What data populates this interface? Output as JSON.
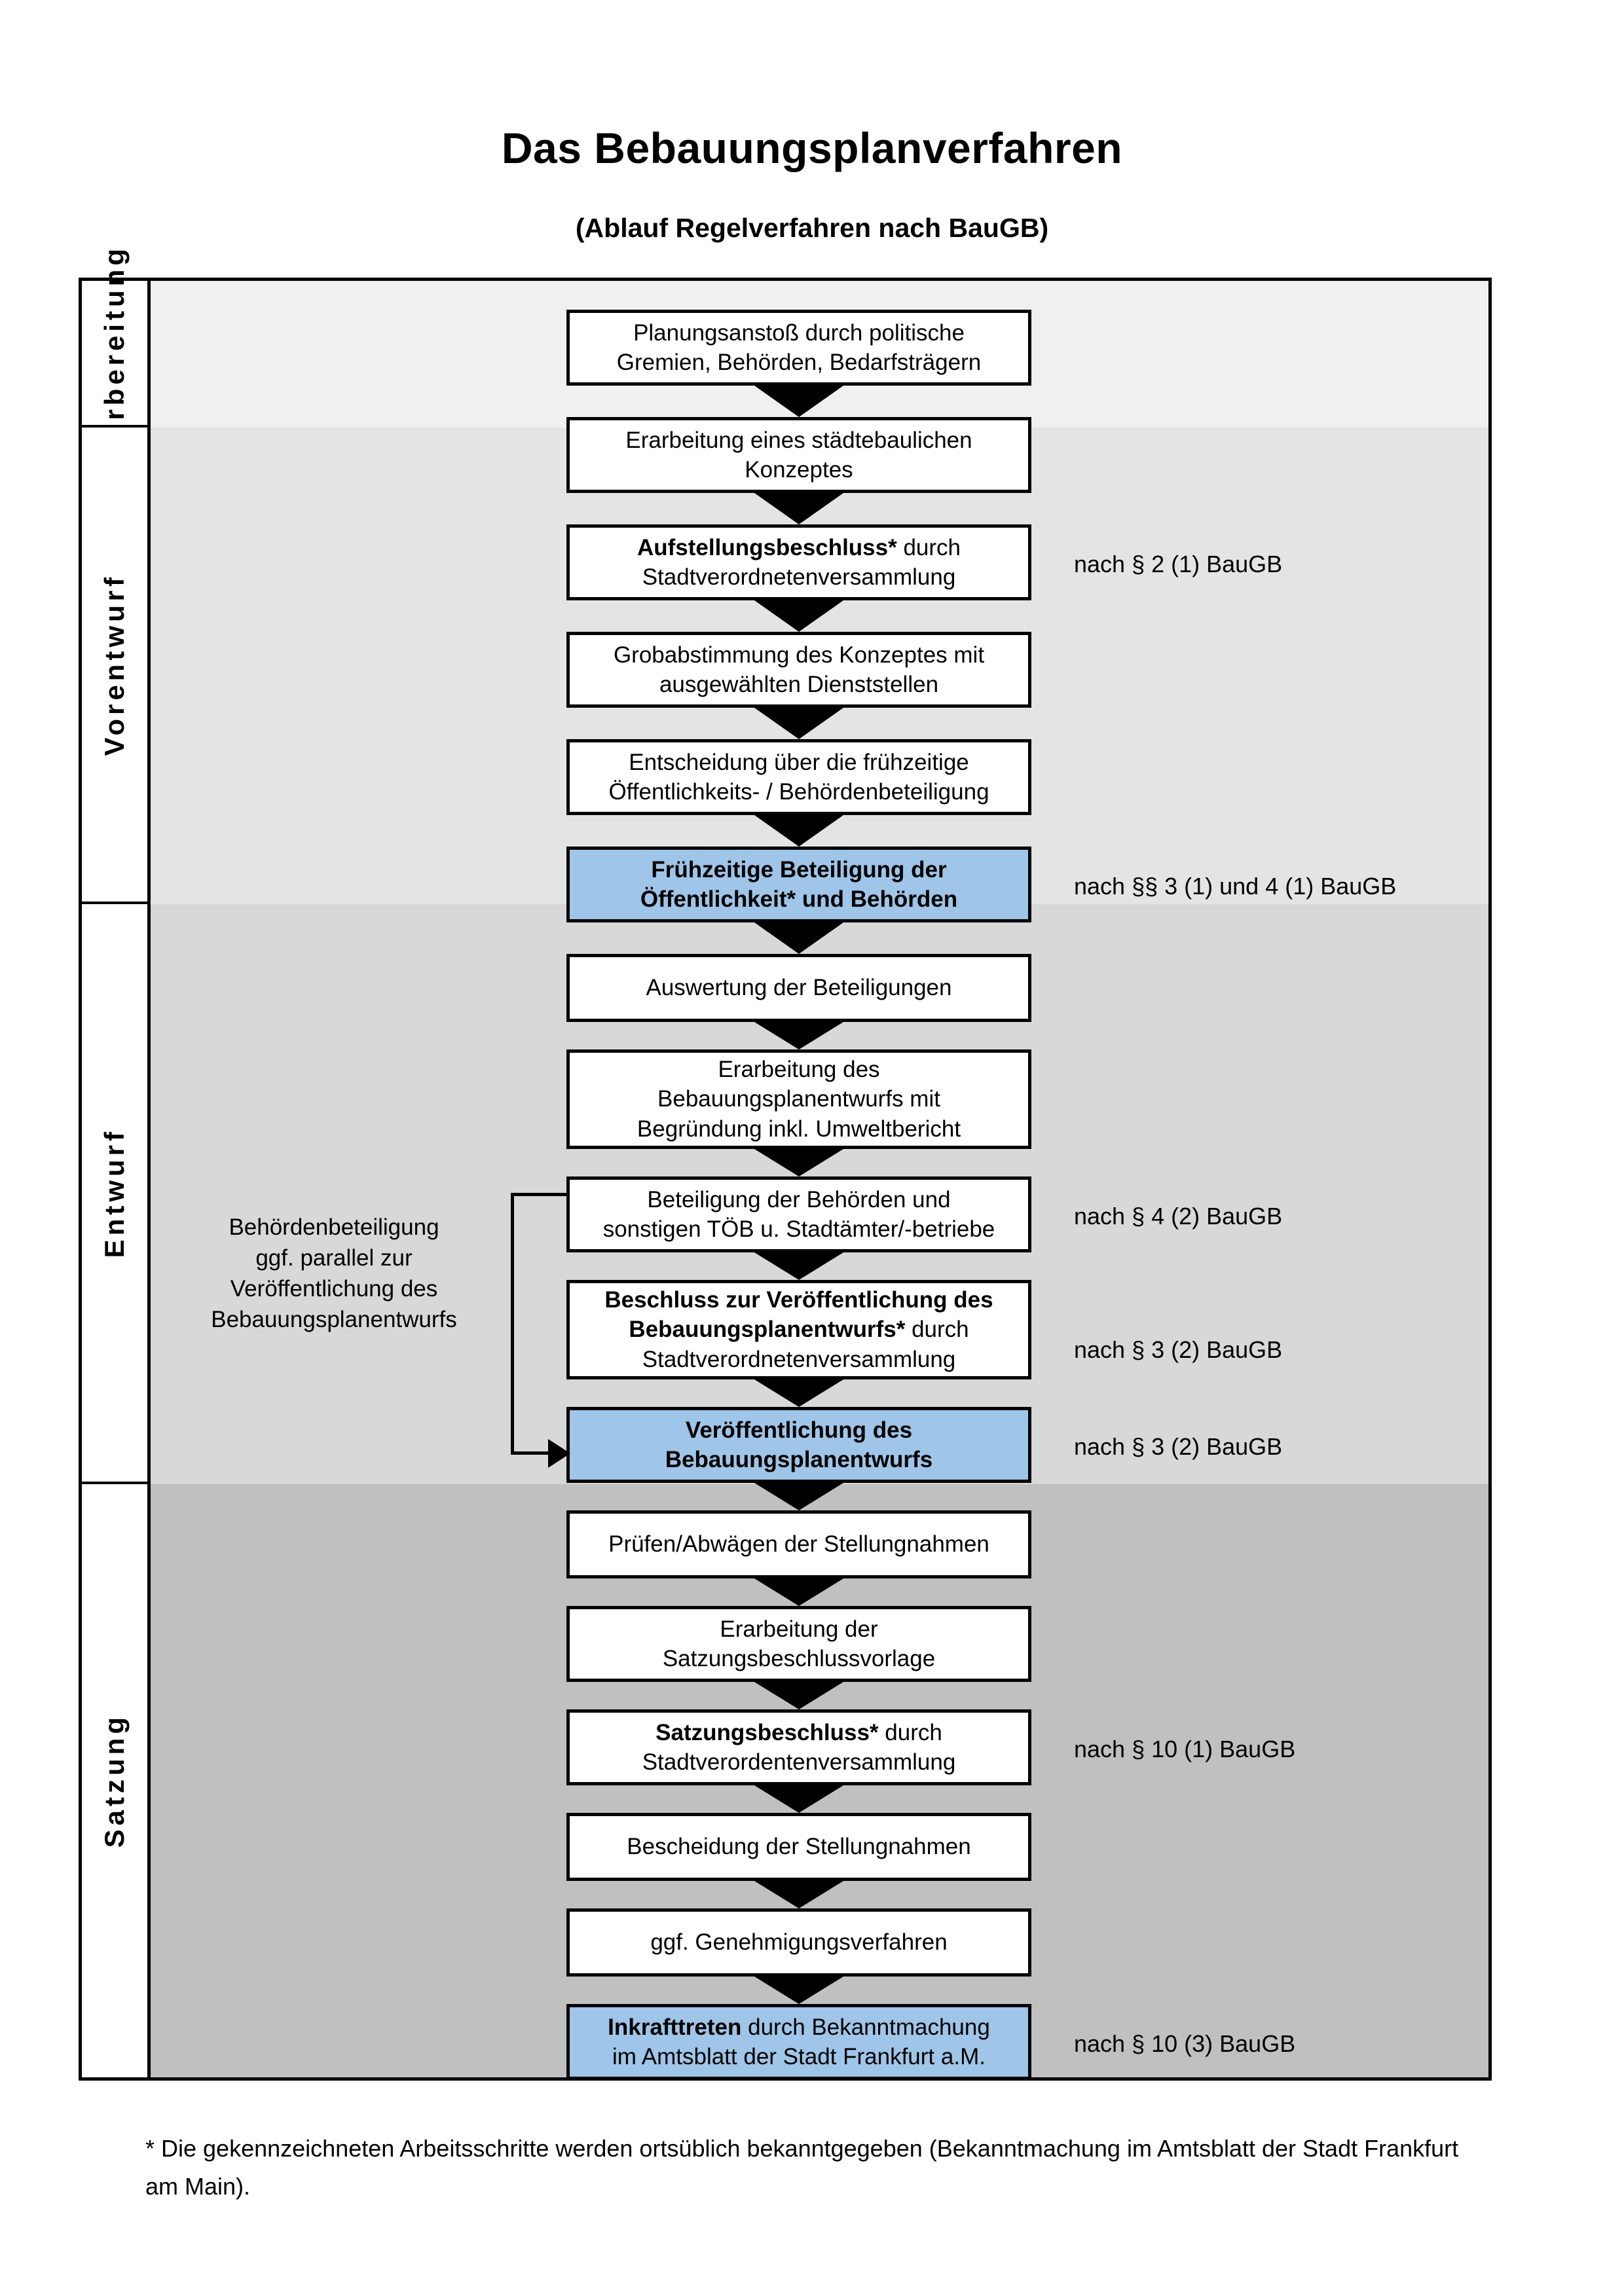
{
  "title": "Das Bebauungsplanverfahren",
  "subtitle": "(Ablauf Regelverfahren nach BauGB)",
  "colors": {
    "highlight": "#9FC5E8",
    "band1": "#F0F0F0",
    "band2": "#E4E4E4",
    "band3": "#D8D8D8",
    "band4": "#C0C0C0",
    "outline": "#000000"
  },
  "lanes": [
    {
      "label": "Vorbereitung",
      "background": "#F0F0F0"
    },
    {
      "label": "Vorentwurf",
      "background": "#E4E4E4"
    },
    {
      "label": "Entwurf",
      "background": "#D8D8D8"
    },
    {
      "label": "Satzung",
      "background": "#C0C0C0"
    }
  ],
  "steps": [
    {
      "id": "planungsanstoss",
      "lane": "Vorbereitung",
      "highlight": false,
      "lines": [
        "Planungsanstoß durch politische",
        "Gremien, Behörden, Bedarfsträgern"
      ],
      "bold_prefix": ""
    },
    {
      "id": "konzept",
      "lane": "Vorbereitung",
      "highlight": false,
      "lines": [
        "Erarbeitung eines städtebaulichen",
        "Konzeptes"
      ],
      "bold_prefix": ""
    },
    {
      "id": "aufstellungsbeschluss",
      "lane": "Vorbereitung",
      "highlight": false,
      "lines": [
        "Aufstellungsbeschluss* durch",
        "Stadtverordnetenversammlung"
      ],
      "bold_prefix": "Aufstellungsbeschluss*"
    },
    {
      "id": "grobabstimmung",
      "lane": "Vorentwurf",
      "highlight": false,
      "lines": [
        "Grobabstimmung des Konzeptes mit",
        "ausgewählten Dienststellen"
      ],
      "bold_prefix": ""
    },
    {
      "id": "entscheidung",
      "lane": "Vorentwurf",
      "highlight": false,
      "lines": [
        "Entscheidung über die frühzeitige",
        "Öffentlichkeits- / Behördenbeteiligung"
      ],
      "bold_prefix": ""
    },
    {
      "id": "fruehzeitige-beteiligung",
      "lane": "Vorentwurf",
      "highlight": true,
      "lines": [
        "Frühzeitige Beteiligung der",
        "Öffentlichkeit* und Behörden"
      ],
      "bold_prefix": "all"
    },
    {
      "id": "auswertung",
      "lane": "Entwurf",
      "highlight": false,
      "lines": [
        "Auswertung der Beteiligungen"
      ],
      "bold_prefix": ""
    },
    {
      "id": "erarbeitung-entwurf",
      "lane": "Entwurf",
      "highlight": false,
      "lines": [
        "Erarbeitung des",
        "Bebauungsplanentwurfs mit",
        "Begründung inkl. Umweltbericht"
      ],
      "bold_prefix": ""
    },
    {
      "id": "beteiligung-behoerden",
      "lane": "Entwurf",
      "highlight": false,
      "lines": [
        "Beteiligung der Behörden und",
        "sonstigen TÖB u. Stadtämter/-betriebe"
      ],
      "bold_prefix": ""
    },
    {
      "id": "beschluss-veroeffentlichung",
      "lane": "Entwurf",
      "highlight": false,
      "lines": [
        "Beschluss zur Veröffentlichung des",
        "Bebauungsplanentwurfs* durch",
        "Stadtverordnetenversammlung"
      ],
      "bold_prefix": "Beschluss zur Veröffentlichung des Bebauungsplanentwurfs*"
    },
    {
      "id": "veroeffentlichung",
      "lane": "Entwurf",
      "highlight": true,
      "lines": [
        "Veröffentlichung des",
        "Bebauungsplanentwurfs"
      ],
      "bold_prefix": "all"
    },
    {
      "id": "pruefen-abwaegen",
      "lane": "Satzung",
      "highlight": false,
      "lines": [
        "Prüfen/Abwägen der Stellungnahmen"
      ],
      "bold_prefix": ""
    },
    {
      "id": "satzungsbeschlussvorlage",
      "lane": "Satzung",
      "highlight": false,
      "lines": [
        "Erarbeitung der",
        "Satzungsbeschlussvorlage"
      ],
      "bold_prefix": ""
    },
    {
      "id": "satzungsbeschluss",
      "lane": "Satzung",
      "highlight": false,
      "lines": [
        "Satzungsbeschluss* durch",
        "Stadtverordentenversammlung"
      ],
      "bold_prefix": "Satzungsbeschluss*"
    },
    {
      "id": "bescheidung",
      "lane": "Satzung",
      "highlight": false,
      "lines": [
        "Bescheidung der Stellungnahmen"
      ],
      "bold_prefix": ""
    },
    {
      "id": "genehmigungsverfahren",
      "lane": "Satzung",
      "highlight": false,
      "lines": [
        "ggf. Genehmigungsverfahren"
      ],
      "bold_prefix": ""
    },
    {
      "id": "inkrafttreten",
      "lane": "Satzung",
      "highlight": true,
      "lines": [
        "Inkrafttreten durch Bekanntmachung",
        "im Amtsblatt der Stadt Frankfurt a.M."
      ],
      "bold_prefix": "Inkrafttreten"
    }
  ],
  "references": [
    {
      "id": "ref-par2",
      "text": "nach § 2 (1) BauGB",
      "for_step": "aufstellungsbeschluss"
    },
    {
      "id": "ref-par3-4-1",
      "text": "nach §§ 3 (1) und 4 (1) BauGB",
      "for_step": "fruehzeitige-beteiligung"
    },
    {
      "id": "ref-par4-2",
      "text": "nach § 4 (2) BauGB",
      "for_step": "beteiligung-behoerden"
    },
    {
      "id": "ref-par3-2a",
      "text": "nach § 3 (2) BauGB",
      "for_step": "beschluss-veroeffentlichung"
    },
    {
      "id": "ref-par3-2b",
      "text": "nach § 3 (2) BauGB",
      "for_step": "veroeffentlichung"
    },
    {
      "id": "ref-par10-1",
      "text": "nach § 10 (1) BauGB",
      "for_step": "satzungsbeschluss"
    },
    {
      "id": "ref-par10-3",
      "text": "nach § 10 (3) BauGB",
      "for_step": "inkrafttreten"
    }
  ],
  "sidenote": {
    "lines": [
      "Behördenbeteiligung",
      "ggf. parallel zur",
      "Veröffentlichung des",
      "Bebauungsplanentwurfs"
    ]
  },
  "footnote": "* Die gekennzeichneten Arbeitsschritte werden ortsüblich bekanntgegeben (Bekanntmachung im Amtsblatt  der Stadt Frankfurt am Main)."
}
